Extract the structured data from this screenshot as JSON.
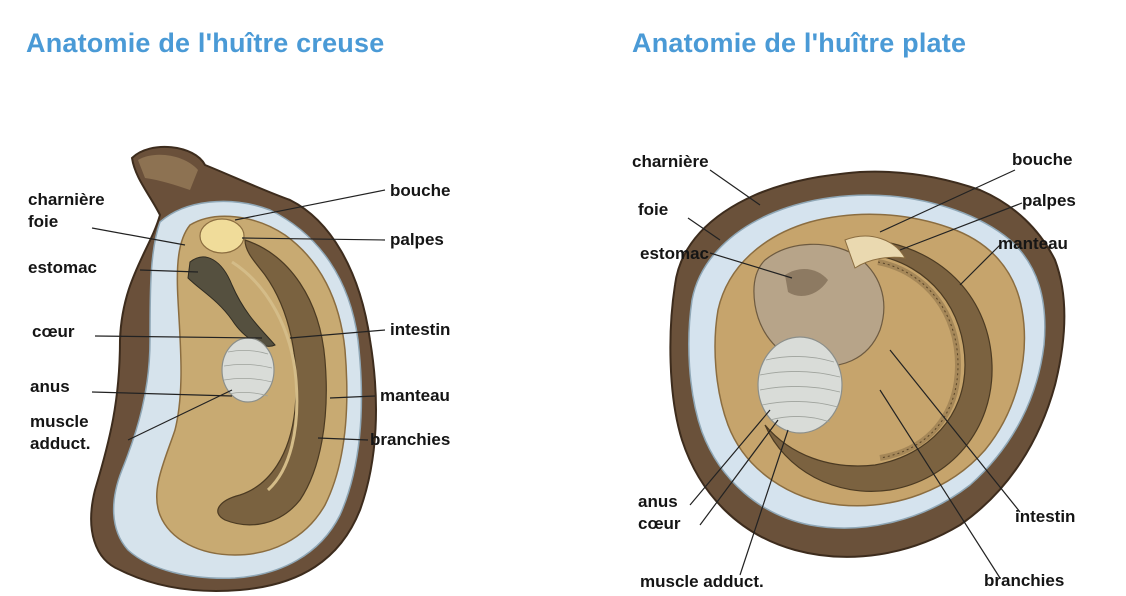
{
  "left": {
    "title": "Anatomie de l'huître creuse",
    "labels": {
      "charniere": "charnière",
      "foie": "foie",
      "estomac": "estomac",
      "coeur": "cœur",
      "anus": "anus",
      "muscle_1": "muscle",
      "muscle_2": "adduct.",
      "bouche": "bouche",
      "palpes": "palpes",
      "intestin": "intestin",
      "manteau": "manteau",
      "branchies": "branchies"
    }
  },
  "right": {
    "title": "Anatomie de l'huître plate",
    "labels": {
      "charniere": "charnière",
      "foie": "foie",
      "estomac": "estomac",
      "anus": "anus",
      "coeur": "cœur",
      "muscle": "muscle adduct.",
      "bouche": "bouche",
      "palpes": "palpes",
      "manteau": "manteau",
      "intestin": "intestin",
      "branchies": "branchies"
    }
  },
  "colors": {
    "title": "#4a9ad6",
    "shell_outer": "#5e4630",
    "shell_inner": "#d4e2ec",
    "mantle": "#c7a870",
    "gills": "#7d6440",
    "muscle": "#d9dcd8"
  }
}
